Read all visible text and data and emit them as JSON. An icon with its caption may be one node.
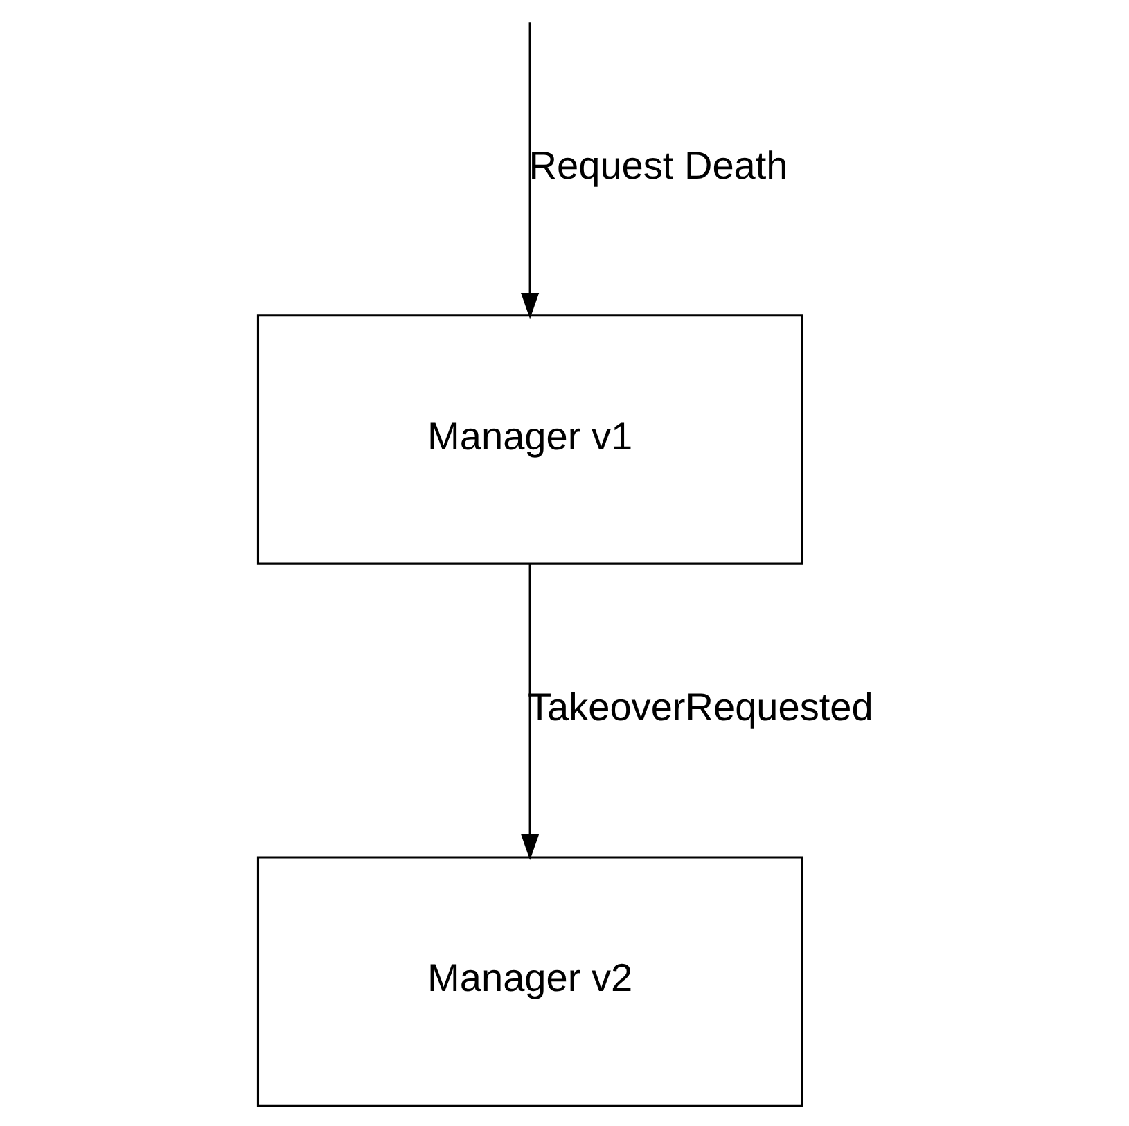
{
  "diagram": {
    "nodes": [
      {
        "text": [
          "Manager v1"
        ]
      },
      {
        "text": [
          "Manager v2"
        ]
      }
    ],
    "edges": [
      {
        "from": null,
        "to": 0,
        "arrow": "to",
        "label": "Request Death"
      },
      {
        "from": 0,
        "to": 1,
        "arrow": "to",
        "label": "TakeoverRequested"
      }
    ]
  }
}
